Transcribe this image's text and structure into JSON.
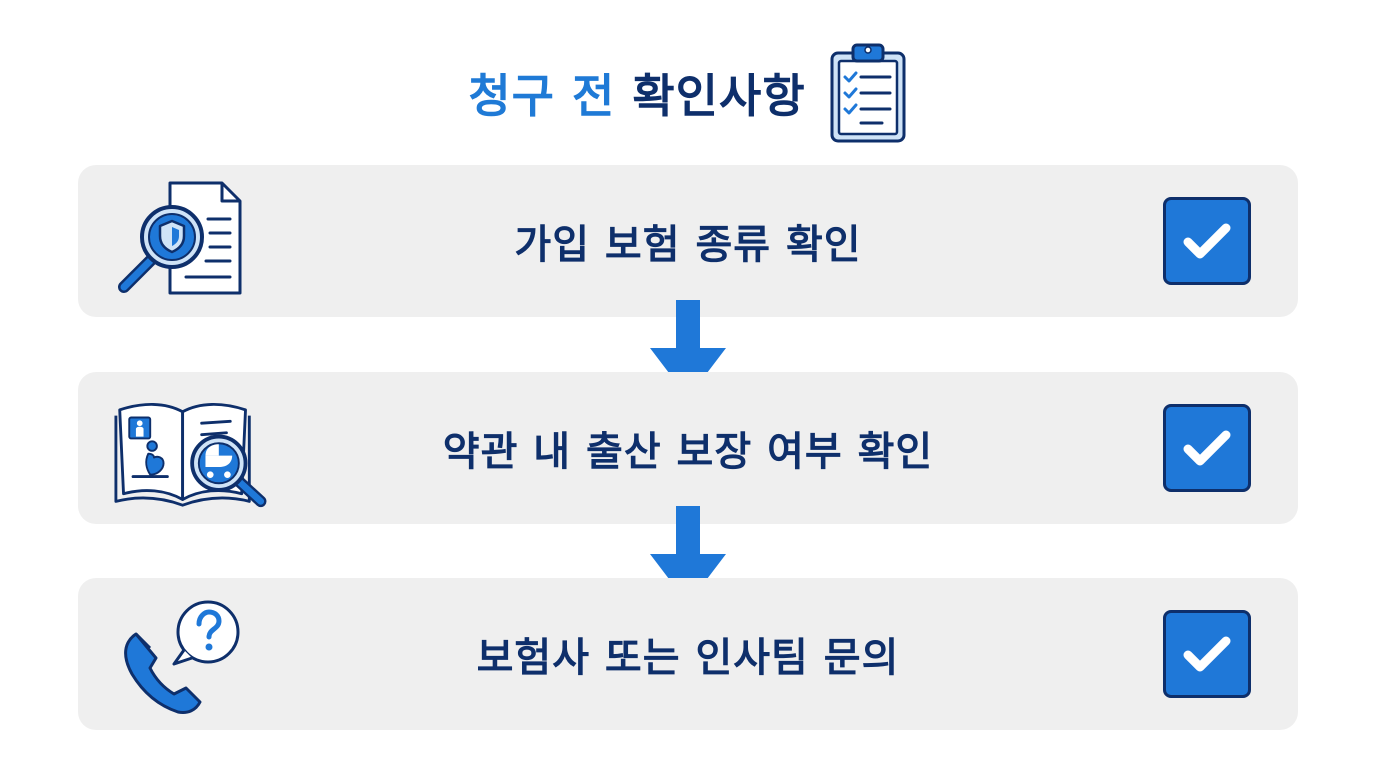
{
  "title": {
    "accent": "청구 전",
    "main": "확인사항",
    "icon": "clipboard-checklist-icon"
  },
  "steps": [
    {
      "label": "가입 보험 종류 확인",
      "icon": "document-magnifier-shield-icon",
      "checked": true
    },
    {
      "label": "약관 내 출산 보장 여부 확인",
      "icon": "book-pregnancy-stroller-magnifier-icon",
      "checked": true
    },
    {
      "label": "보험사 또는 인사팀 문의",
      "icon": "phone-question-bubble-icon",
      "checked": true
    }
  ],
  "colors": {
    "primary_blue": "#1f78d8",
    "navy": "#0e2f6b",
    "card_background": "#efefef"
  }
}
